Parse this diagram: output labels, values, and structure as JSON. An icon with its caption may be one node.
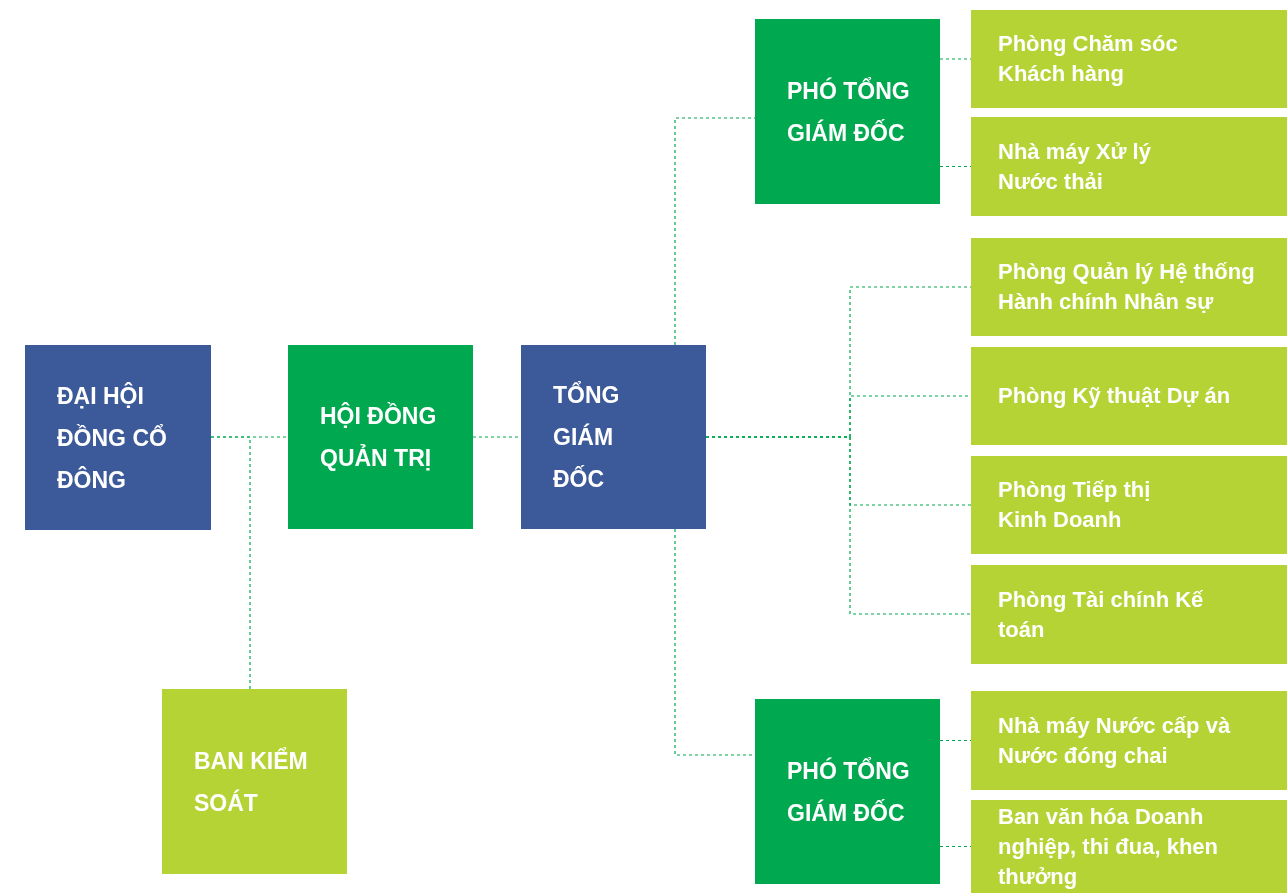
{
  "diagram": {
    "nodes": [
      {
        "text": [
          "ĐẠI HỘI ĐỒNG CỔ ĐÔNG"
        ]
      },
      {
        "text": [
          "HỘI ĐỒNG QUẢN TRỊ"
        ]
      },
      {
        "text": [
          "TỔNG GIÁM ĐỐC"
        ]
      },
      {
        "text": [
          "BAN KIỂM SOÁT"
        ]
      },
      {
        "text": [
          "PHÓ TỔNG GIÁM ĐỐC"
        ]
      },
      {
        "text": [
          "Phòng Chăm sóc Khách hàng"
        ]
      },
      {
        "text": [
          "Nhà máy Xử lý Nước thải"
        ]
      },
      {
        "text": [
          "PHÓ TỔNG GIÁM ĐỐC"
        ]
      },
      {
        "text": [
          "Phòng Quản lý Hệ thống Hành chính Nhân sự"
        ]
      },
      {
        "text": [
          "Phòng Kỹ thuật Dự án"
        ]
      },
      {
        "text": [
          "Phòng Tiếp thị Kinh Doanh"
        ]
      },
      {
        "text": [
          "Phòng Tài chính Kế toán"
        ]
      },
      {
        "text": [
          "Nhà máy Nước cấp và Nước đóng chai"
        ]
      },
      {
        "text": [
          "Ban văn hóa Doanh nghiệp, thi đua, khen thưởng"
        ]
      }
    ],
    "edges": [
      {
        "from": 0,
        "to": 1,
        "arrow": "none"
      },
      {
        "from": 0,
        "to": 3,
        "arrow": "none"
      },
      {
        "from": 1,
        "to": 2,
        "arrow": "none"
      },
      {
        "from": 2,
        "to": 4,
        "arrow": "none"
      },
      {
        "from": 2,
        "to": 7,
        "arrow": "none"
      },
      {
        "from": 2,
        "to": 8,
        "arrow": "none"
      },
      {
        "from": 2,
        "to": 9,
        "arrow": "none"
      },
      {
        "from": 2,
        "to": 10,
        "arrow": "none"
      },
      {
        "from": 2,
        "to": 11,
        "arrow": "none"
      },
      {
        "from": 4,
        "to": 5,
        "arrow": "none"
      },
      {
        "from": 4,
        "to": 6,
        "arrow": "none"
      },
      {
        "from": 7,
        "to": 12,
        "arrow": "none"
      },
      {
        "from": 7,
        "to": 13,
        "arrow": "none"
      }
    ]
  }
}
